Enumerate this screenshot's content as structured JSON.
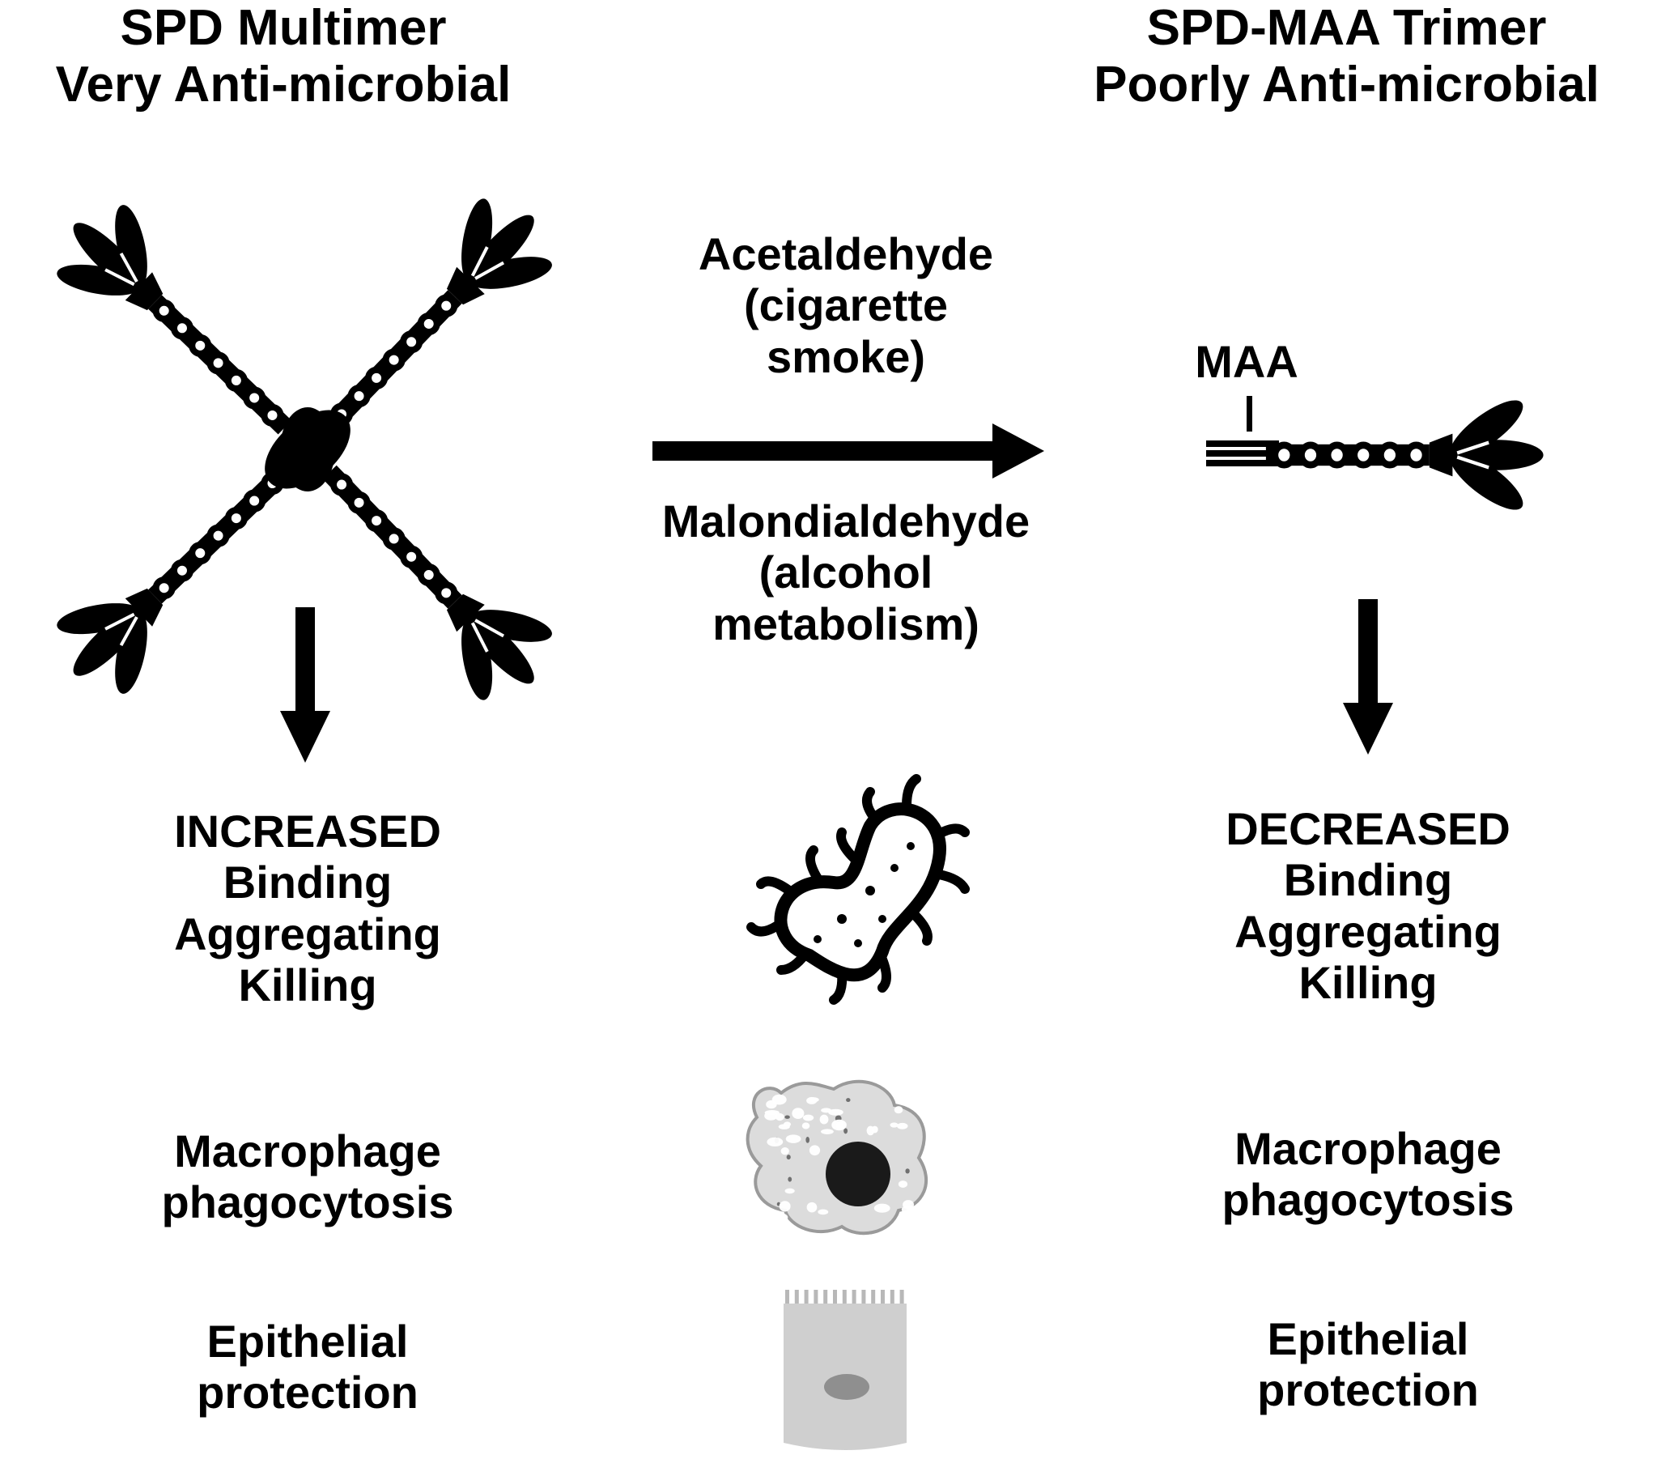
{
  "left": {
    "title": [
      "SPD Multimer",
      "Very Anti-microbial"
    ],
    "effect": "INCREASED",
    "list1": [
      "Binding",
      "Aggregating",
      "Killing"
    ],
    "list2": [
      "Macrophage",
      "phagocytosis"
    ],
    "list3": [
      "Epithelial",
      "protection"
    ]
  },
  "right": {
    "title": [
      "SPD-MAA Trimer",
      "Poorly Anti-microbial"
    ],
    "label": "MAA",
    "effect": "DECREASED",
    "list1": [
      "Binding",
      "Aggregating",
      "Killing"
    ],
    "list2": [
      "Macrophage",
      "phagocytosis"
    ],
    "list3": [
      "Epithelial",
      "protection"
    ]
  },
  "middle": {
    "above": [
      "Acetaldehyde",
      "(cigarette",
      "smoke)"
    ],
    "below": [
      "Malondialdehyde",
      "(alcohol",
      "metabolism)"
    ]
  },
  "icons": [
    "spd-multimer-icon",
    "spd-maa-trimer-icon",
    "bacterium-icon",
    "macrophage-icon",
    "epithelial-cell-icon"
  ]
}
